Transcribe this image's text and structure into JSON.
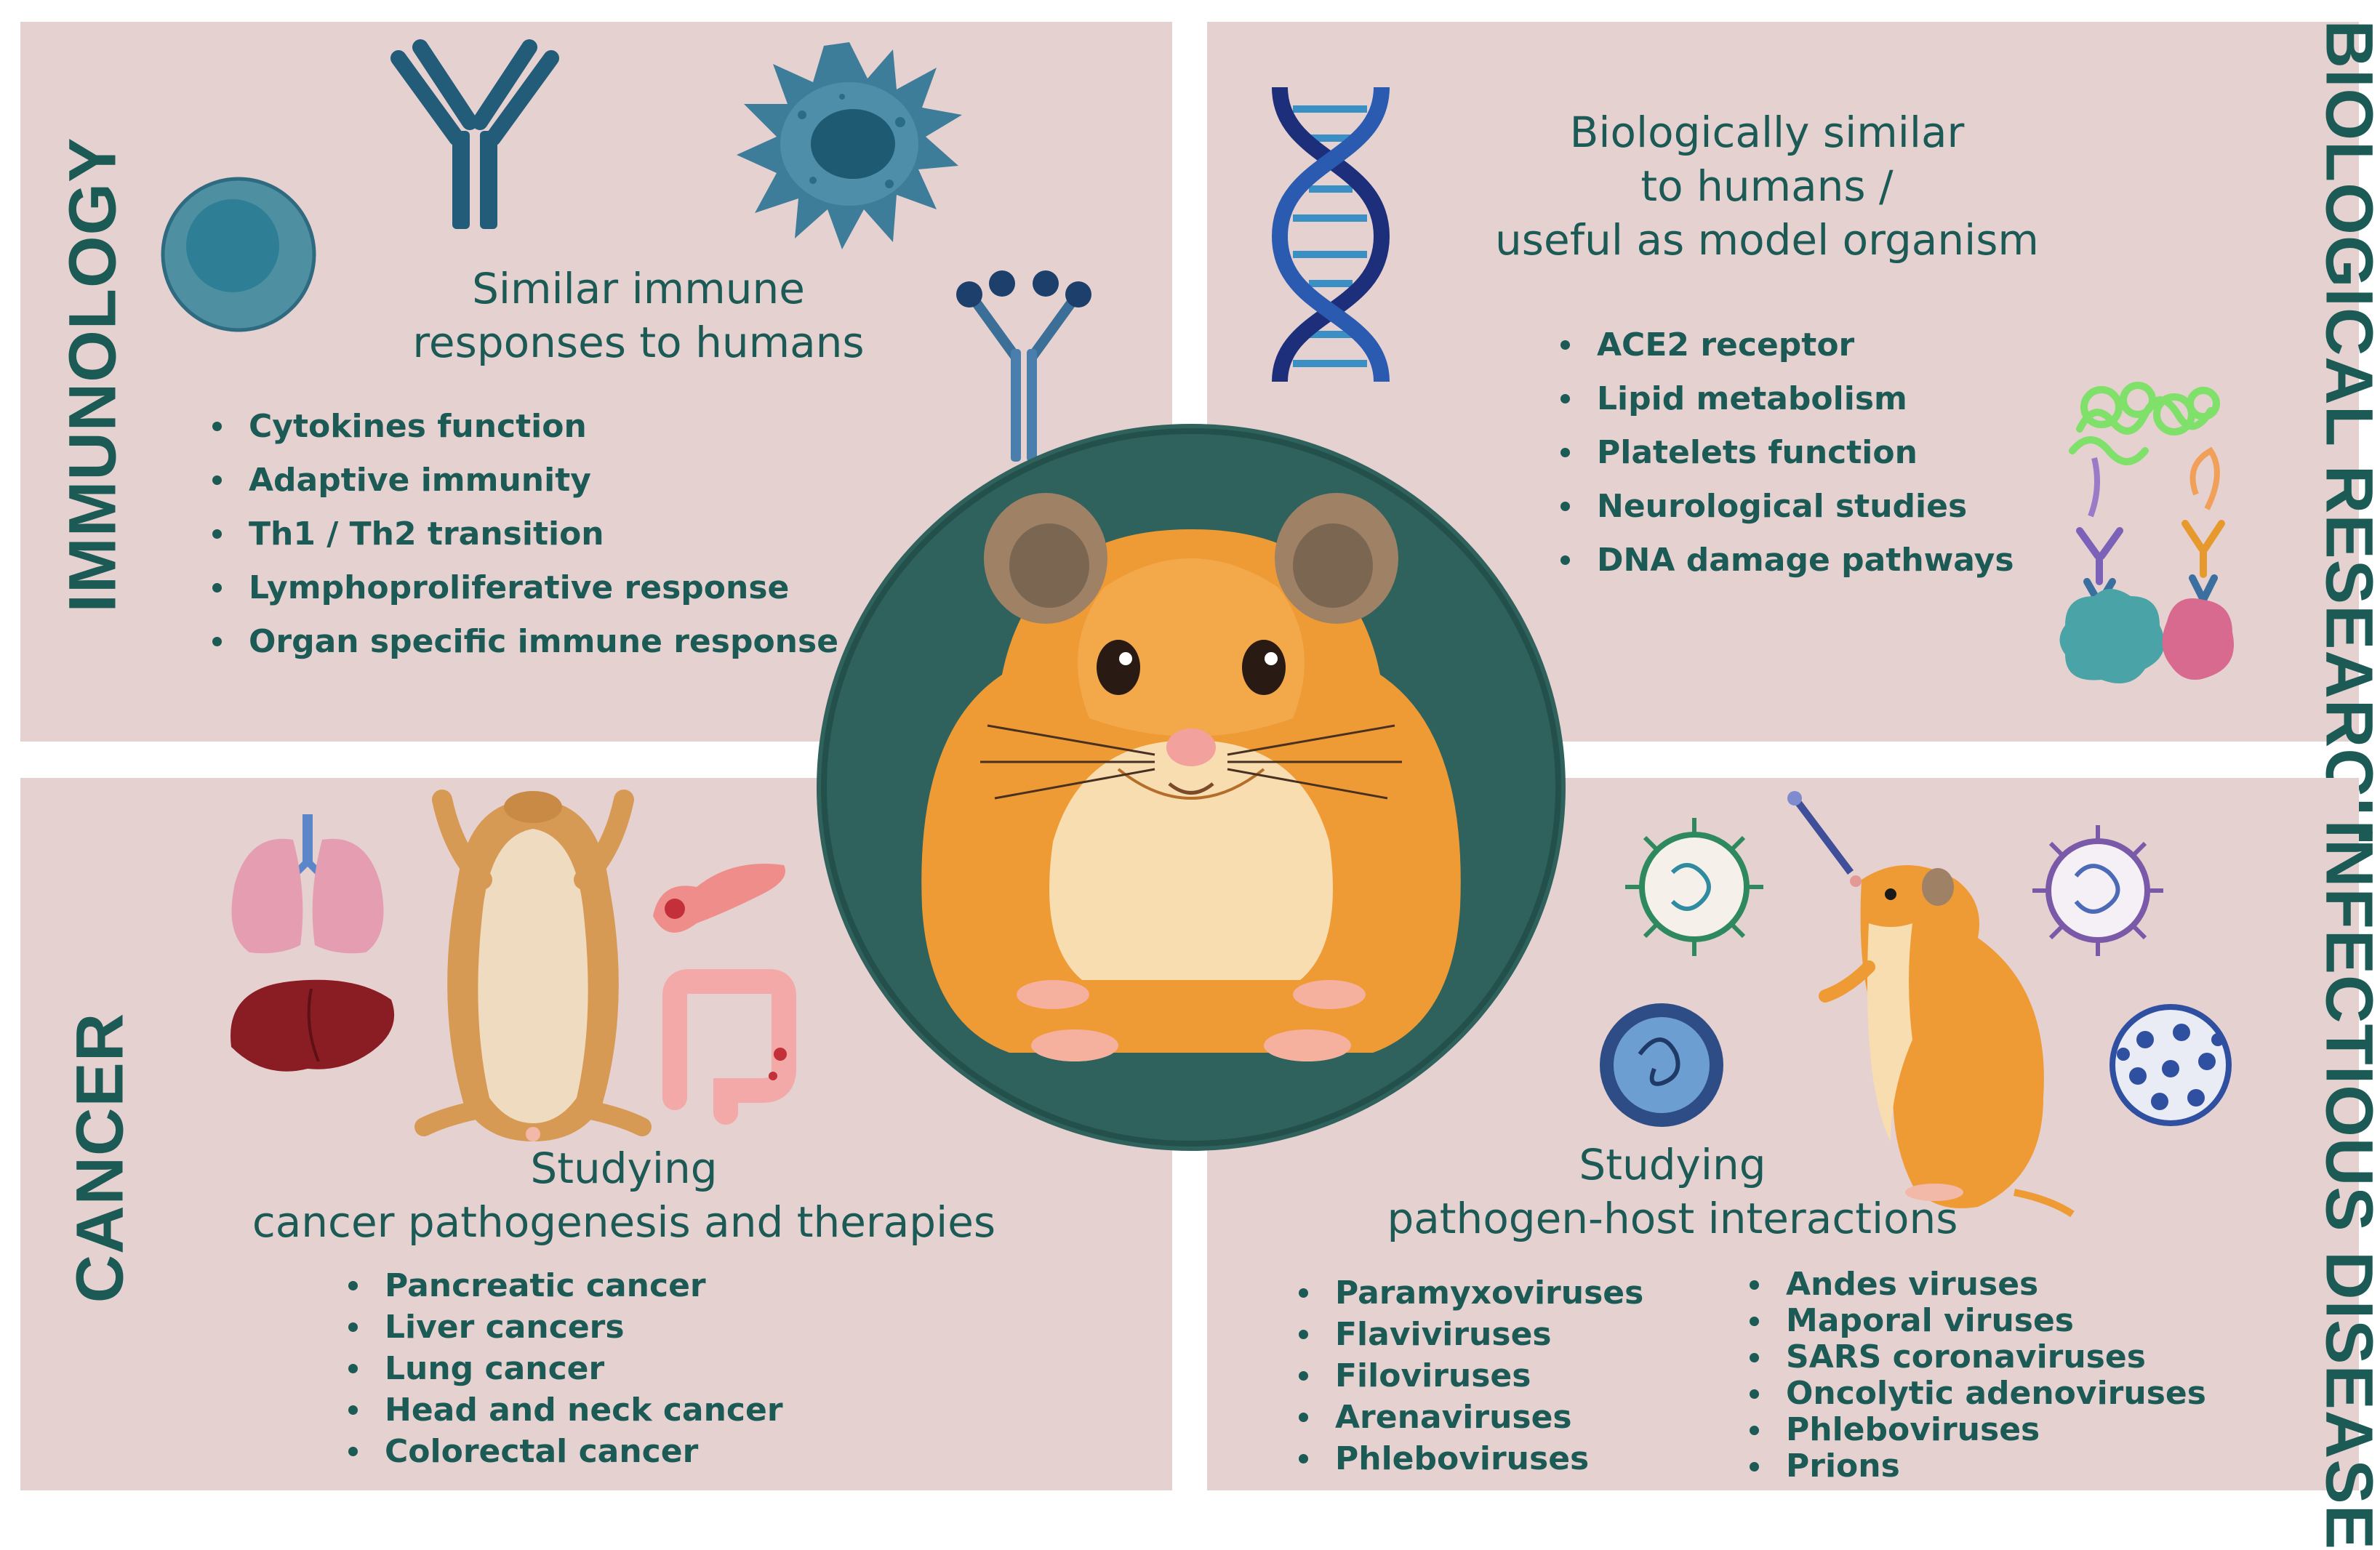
{
  "panels": {
    "immunology": {
      "label": "IMMUNOLOGY",
      "heading_line1": "Similar immune",
      "heading_line2": "responses to humans",
      "items": [
        "Cytokines function",
        "Adaptive immunity",
        "Th1 / Th2 transition",
        "Lymphoproliferative response",
        "Organ specific immune response"
      ]
    },
    "biological_research": {
      "label": "BIOLOGICAL RESEARCH",
      "heading_line1": "Biologically similar",
      "heading_line2": "to humans /",
      "heading_line3": "useful as model organism",
      "items": [
        "ACE2 receptor",
        "Lipid metabolism",
        "Platelets function",
        "Neurological studies",
        "DNA damage pathways"
      ]
    },
    "cancer": {
      "label": "CANCER",
      "heading_line1": "Studying",
      "heading_line2": "cancer pathogenesis and therapies",
      "items": [
        "Pancreatic cancer",
        "Liver cancers",
        "Lung cancer",
        "Head and neck cancer",
        "Colorectal cancer"
      ]
    },
    "infectious_disease": {
      "label": "INFECTIOUS DISEASE",
      "heading_line1": "Studying",
      "heading_line2": "pathogen-host interactions",
      "items_left": [
        "Paramyxoviruses",
        "Flaviviruses",
        "Filoviruses",
        "Arenaviruses",
        "Phleboviruses"
      ],
      "items_right": [
        "Andes viruses",
        "Maporal viruses",
        "SARS coronaviruses",
        "Oncolytic adenoviruses",
        "Phleboviruses",
        "Prions"
      ]
    }
  },
  "colors": {
    "panel_bg": "#e6d1d1",
    "text": "#1c5a55",
    "center_circle": "#2f625c",
    "hamster_orange": "#ef9b35",
    "hamster_cream": "#f7ddb0"
  },
  "icons": [
    "antibody-icon",
    "dendritic-cell-icon",
    "lymphocyte-icon",
    "receptor-icon",
    "dna-helix-icon",
    "protein-complex-icon",
    "hamster-illustration",
    "lungs-icon",
    "liver-icon",
    "pancreas-icon",
    "colon-icon",
    "hamster-belly-icon",
    "virus-icon",
    "nasal-swab-hamster-icon"
  ]
}
